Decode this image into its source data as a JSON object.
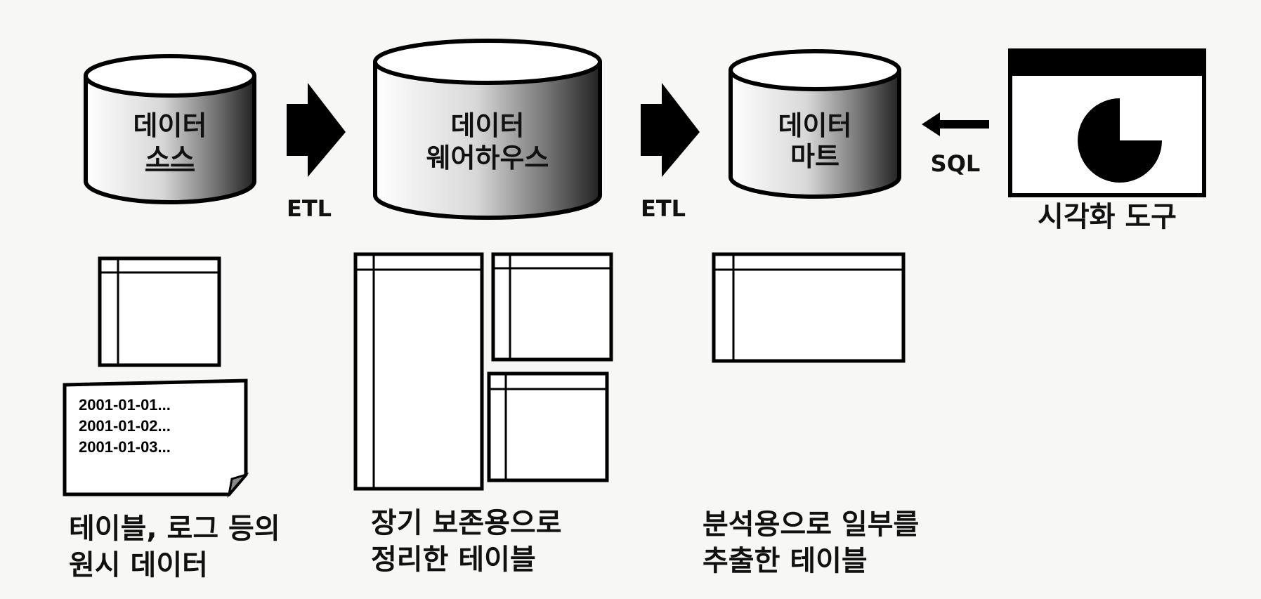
{
  "stores": {
    "source": {
      "line1": "데이터",
      "line2": "소스"
    },
    "warehouse": {
      "line1": "데이터",
      "line2": "웨어하우스"
    },
    "mart": {
      "line1": "데이터",
      "line2": "마트"
    }
  },
  "flows": {
    "etl1": "ETL",
    "etl2": "ETL",
    "sql": "SQL"
  },
  "tool": {
    "label": "시각화 도구"
  },
  "log_lines": [
    "2001-01-01...",
    "2001-01-02...",
    "2001-01-03..."
  ],
  "captions": {
    "source": {
      "line1": "테이블, 로그 등의",
      "line2": "원시 데이터"
    },
    "warehouse": {
      "line1": "장기 보존용으로",
      "line2": "정리한 테이블"
    },
    "mart": {
      "line1": "분석용으로 일부를",
      "line2": "추출한 테이블"
    }
  }
}
